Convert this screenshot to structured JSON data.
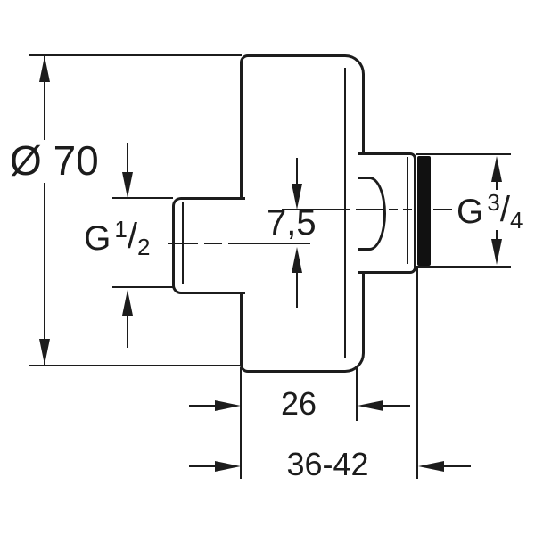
{
  "drawing": {
    "type": "technical-dimension-drawing",
    "part": "wall-union-adapter-side-view",
    "labels": {
      "diameter": {
        "symbol": "Ø",
        "value": "70"
      },
      "offset": "7,5",
      "depth": "26",
      "install_range": "36-42",
      "thread_left": {
        "prefix": "G",
        "numerator": "1",
        "slash": "/",
        "denominator": "2"
      },
      "thread_right": {
        "prefix": "G",
        "numerator": "3",
        "slash": "/",
        "denominator": "4"
      }
    },
    "colors": {
      "line": "#1c1c1c",
      "background": "#ffffff",
      "seal_band": "#111111"
    }
  }
}
